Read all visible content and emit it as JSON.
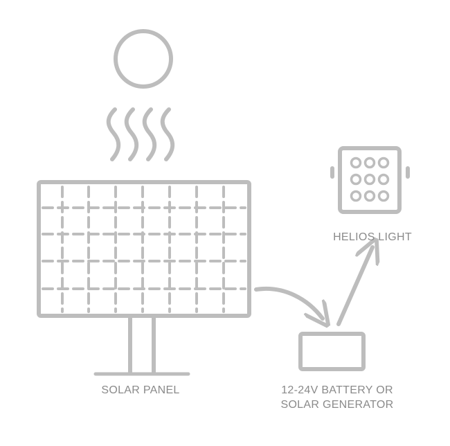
{
  "labels": {
    "solar_panel": "SOLAR PANEL",
    "helios_light": "HELIOS LIGHT",
    "battery_line1": "12-24V BATTERY OR",
    "battery_line2": "SOLAR GENERATOR"
  },
  "colors": {
    "stroke": "#bdbdbd",
    "text": "#8a8a8a",
    "background": "#ffffff"
  },
  "icons": {
    "sun": "sun-icon",
    "heat": "heat-waves-icon",
    "panel": "solar-panel-icon",
    "battery": "battery-icon",
    "light": "helios-light-icon"
  }
}
